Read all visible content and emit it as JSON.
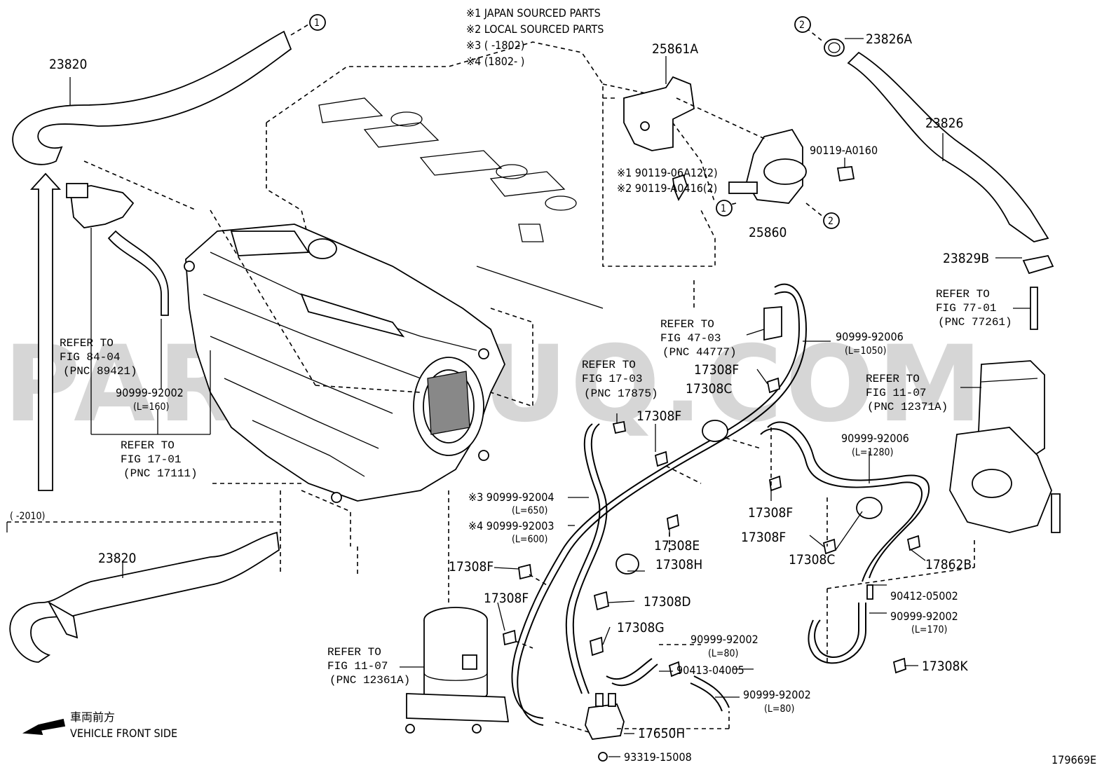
{
  "watermark": "PARTSOUQ.COM",
  "figure_code": "179669E",
  "notes": [
    "※1 JAPAN SOURCED PARTS",
    "※2 LOCAL SOURCED PARTS",
    "※3 (      -1802)",
    "※4 (1802-      )"
  ],
  "range_label": "(      -2010)",
  "circle_markers": [
    "1",
    "2"
  ],
  "front": {
    "jp": "車両前方",
    "en": "VEHICLE FRONT SIDE"
  },
  "parts": {
    "p23820_top": "23820",
    "p23820_bottom": "23820",
    "p25861A": "25861A",
    "p23826A": "23826A",
    "p23826": "23826",
    "p90119_A0160": "90119-A0160",
    "p90119_06A12": "※1 90119-06A12(2)",
    "p90119_A0416": "※2 90119-A0416(2)",
    "p25860": "25860",
    "p23829B": "23829B",
    "p90999_92006a": "90999-92006",
    "p90999_92006a_len": "(L=1050)",
    "p90999_92006b": "90999-92006",
    "p90999_92006b_len": "(L=1280)",
    "p90999_92002a": "90999-92002",
    "p90999_92002a_len": "(L=160)",
    "p17308F_1": "17308F",
    "p17308C_1": "17308C",
    "p17308F_2": "17308F",
    "p17308F_3": "17308F",
    "p17308F_4": "17308F",
    "p17308E": "17308E",
    "p17308H": "17308H",
    "p17308C_2": "17308C",
    "p17862B": "17862B",
    "p90999_92004": "※3 90999-92004",
    "p90999_92004_len": "(L=650)",
    "p90999_92003": "※4 90999-92003",
    "p90999_92003_len": "(L=600)",
    "p17308F_5": "17308F",
    "p17308F_6": "17308F",
    "p17308D": "17308D",
    "p17308G": "17308G",
    "p90412_05002": "90412-05002",
    "p90999_92002b": "90999-92002",
    "p90999_92002b_len": "(L=170)",
    "p17308K": "17308K",
    "p90999_92002c": "90999-92002",
    "p90999_92002c_len": "(L=80)",
    "p90413_04005": "90413-04005",
    "p90999_92002d": "90999-92002",
    "p90999_92002d_len": "(L=80)",
    "p17650H": "17650H",
    "p93319_15008": "93319-15008"
  },
  "refs": {
    "r84_04": [
      "REFER TO",
      "FIG 84-04",
      "(PNC 89421)"
    ],
    "r17_01": [
      "REFER TO",
      "FIG 17-01",
      "(PNC 17111)"
    ],
    "r47_03": [
      "REFER TO",
      "FIG 47-03",
      "(PNC 44777)"
    ],
    "r17_03": [
      "REFER TO",
      "FIG 17-03",
      "(PNC 17875)"
    ],
    "r77_01": [
      "REFER TO",
      "FIG 77-01",
      "(PNC 77261)"
    ],
    "r11_07a": [
      "REFER TO",
      "FIG 11-07",
      "(PNC 12371A)"
    ],
    "r11_07b": [
      "REFER TO",
      "FIG 11-07",
      "(PNC 12361A)"
    ]
  }
}
